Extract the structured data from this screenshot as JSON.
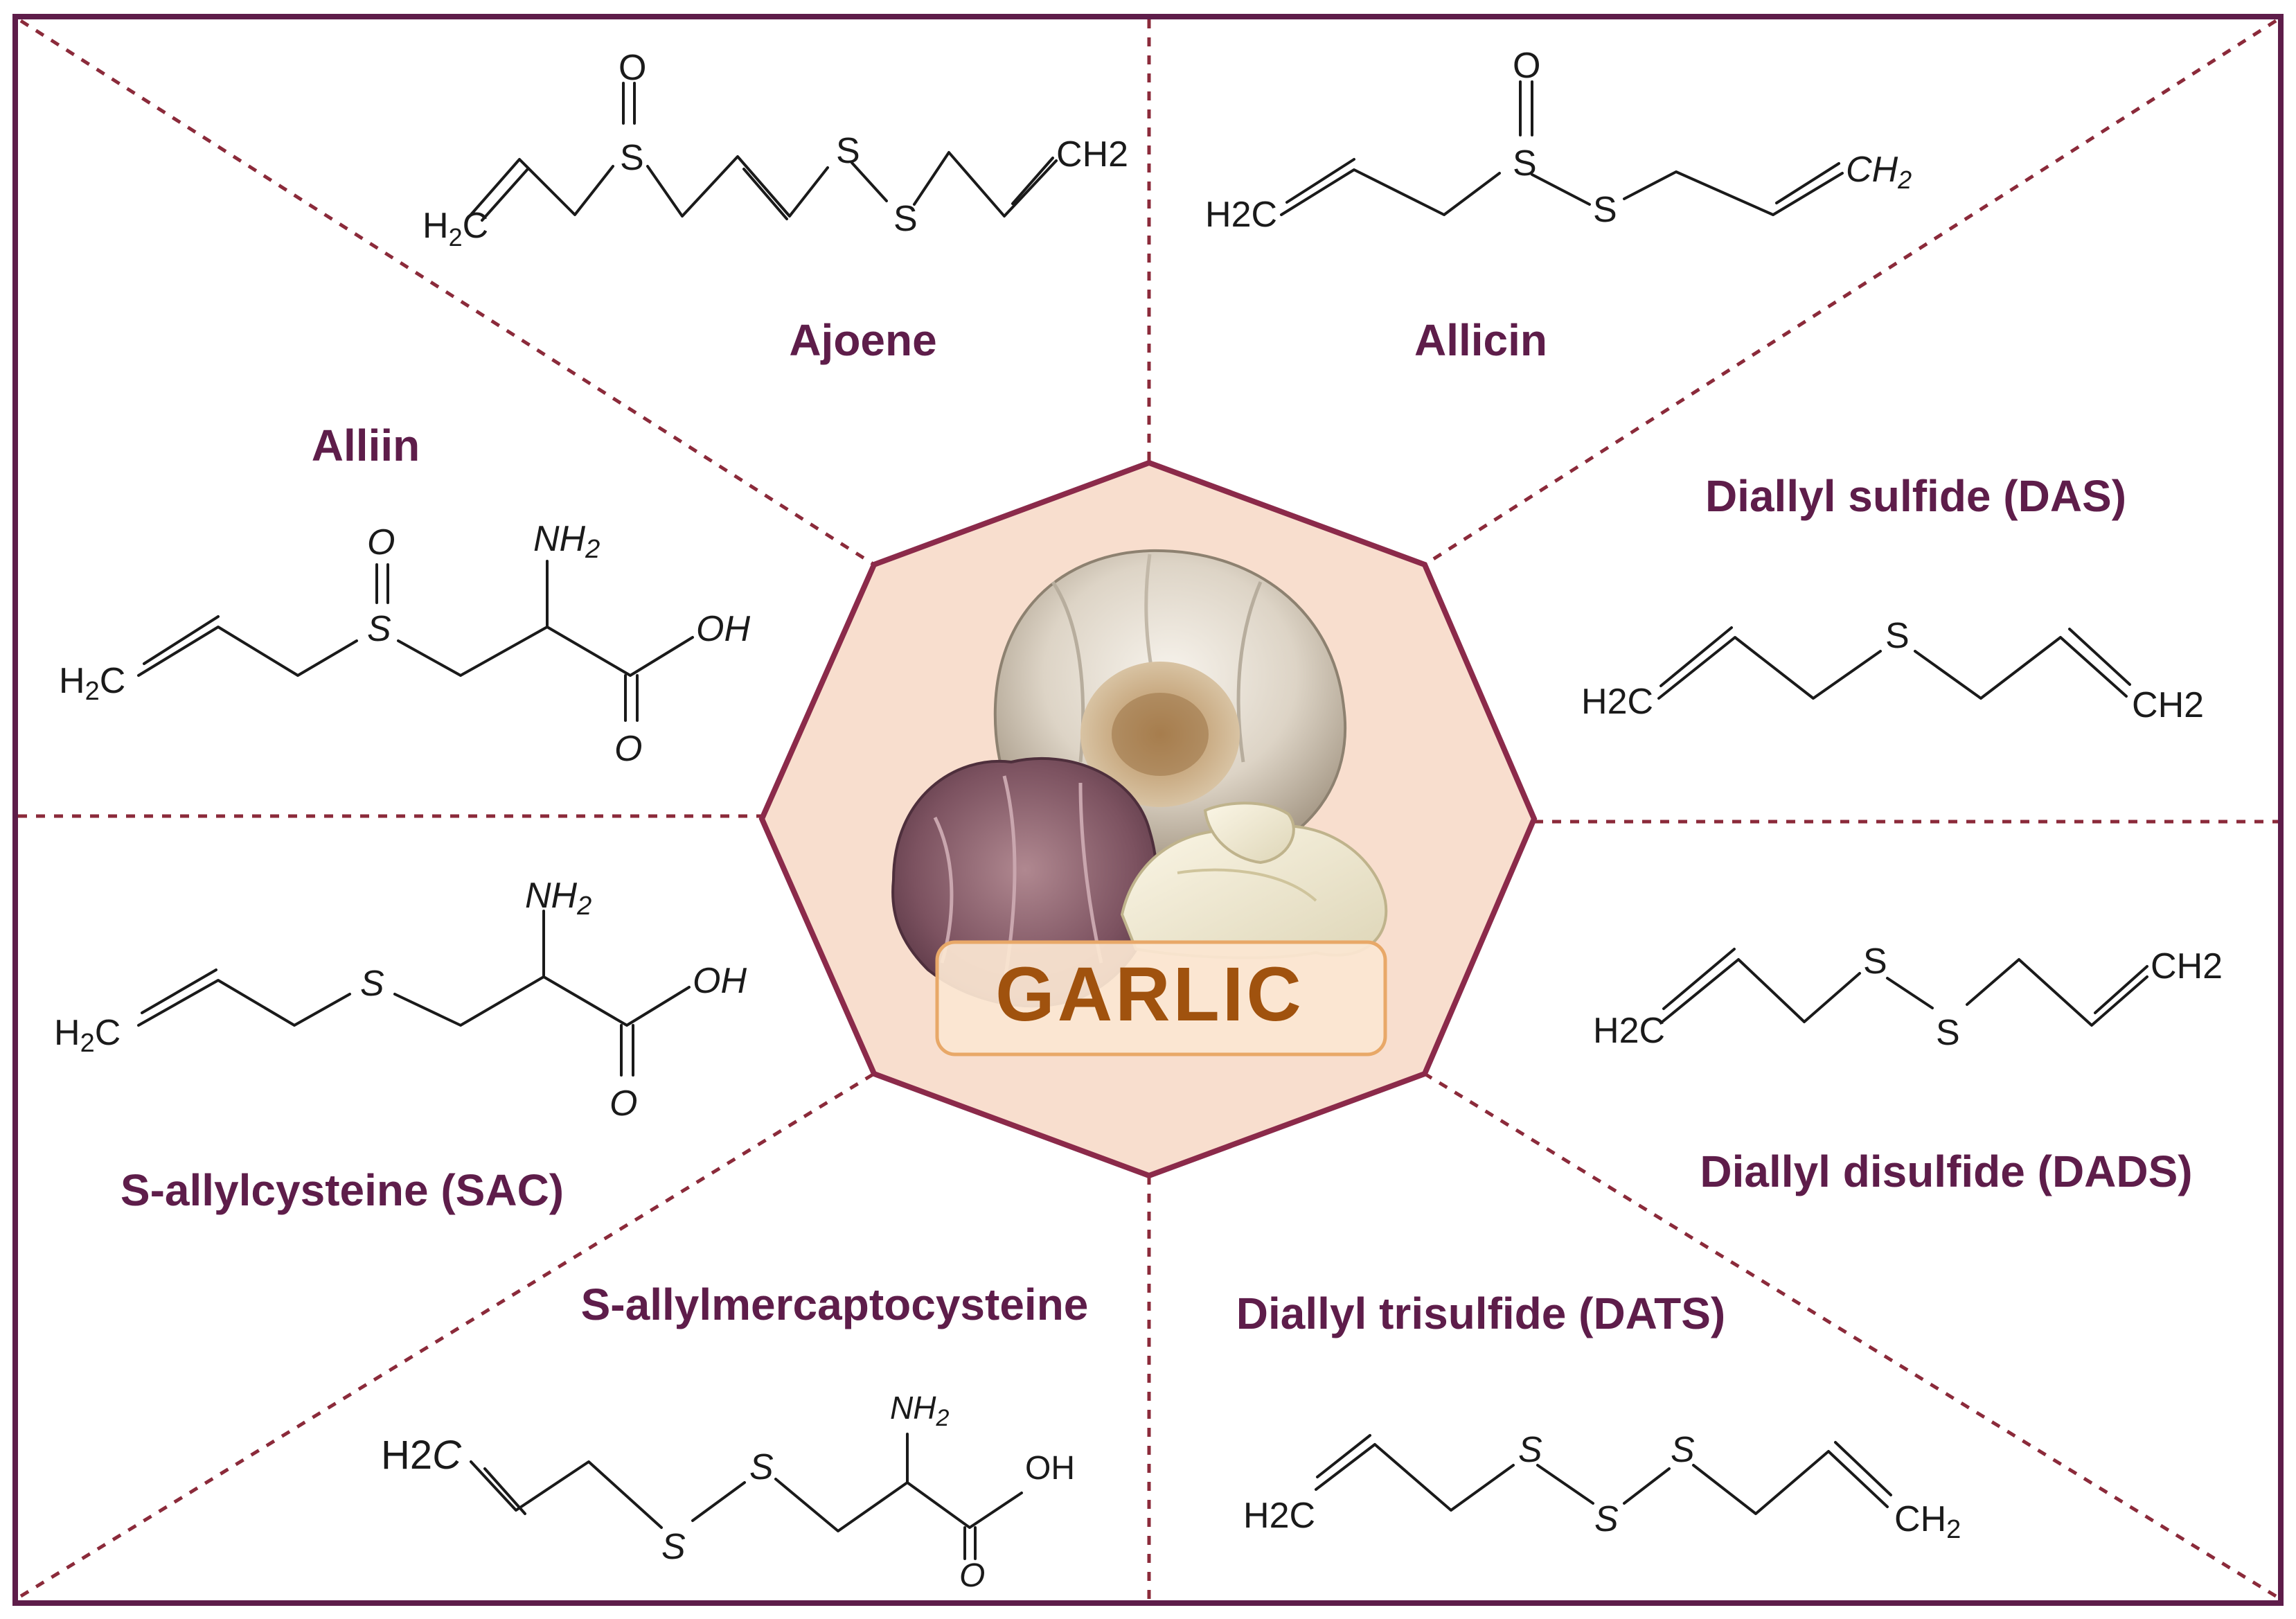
{
  "center": {
    "label": "GARLIC"
  },
  "compounds": {
    "ajoene": {
      "name": "Ajoene"
    },
    "allicin": {
      "name": "Allicin"
    },
    "alliin": {
      "name": "Alliin"
    },
    "das": {
      "name": "Diallyl sulfide (DAS)"
    },
    "sac": {
      "name": "S-allylcysteine (SAC)"
    },
    "dads": {
      "name": "Diallyl disulfide (DADS)"
    },
    "samc": {
      "name": "S-allylmercaptocysteine"
    },
    "dats": {
      "name": "Diallyl trisulfide (DATS)"
    }
  },
  "atoms": {
    "o": "O",
    "s": "S",
    "oh": "OH",
    "nh": "NH",
    "h": "H",
    "c": "C",
    "two": "2"
  },
  "colors": {
    "frame": "#5e1d4a",
    "divider": "#8b2a3a",
    "octagon_fill": "#f8dece",
    "octagon_stroke": "#8b2a4a",
    "label_text": "#a0520e",
    "label_border": "#e8a868",
    "compound_text": "#5e1d4a"
  }
}
